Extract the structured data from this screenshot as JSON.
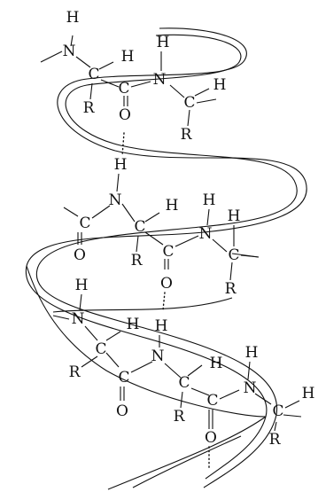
{
  "atoms": {
    "H": "H",
    "N": "N",
    "C": "C",
    "O": "O",
    "R": "R"
  },
  "colors": {
    "ink": "#111111",
    "background": "#ffffff"
  }
}
